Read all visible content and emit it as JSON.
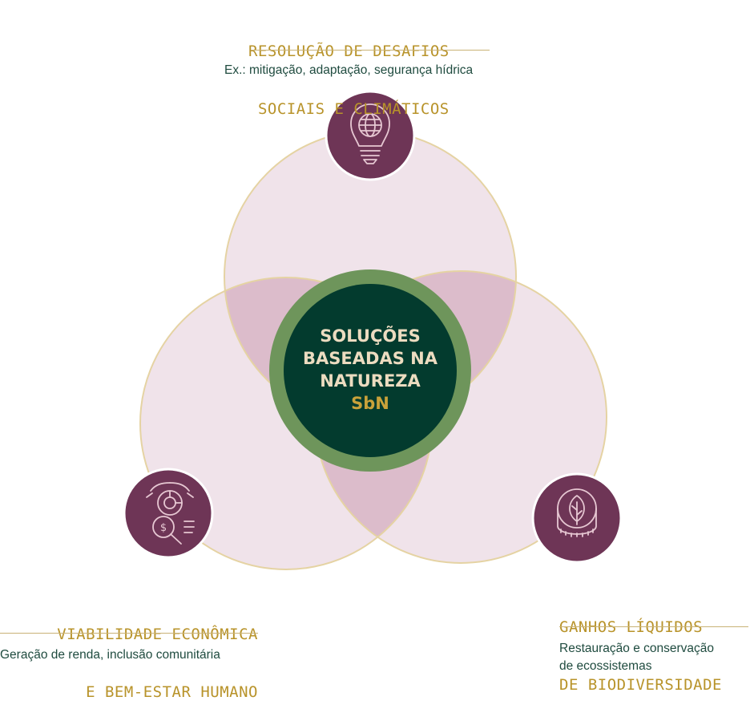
{
  "center": {
    "line1": "SOLUÇÕES",
    "line2": "BASEADAS NA",
    "line3": "NATUREZA",
    "abbr": "SbN"
  },
  "top": {
    "heading_line1": "RESOLUÇÃO DE DESAFIOS",
    "heading_line2": " SOCIAIS E CLIMÁTICOS",
    "description": "Ex.: mitigação, adaptação, segurança hídrica",
    "icon": "lightbulb-globe-icon"
  },
  "left": {
    "heading_line1": "VIABILIDADE ECONÔMICA",
    "heading_line2": "E BEM-ESTAR HUMANO",
    "description": "Geração de renda, inclusão comunitária",
    "icon": "money-search-chart-icon"
  },
  "right": {
    "heading_line1": "GANHOS LÍQUIDOS",
    "heading_line2": "DE BIODIVERSIDADE",
    "description_line1": "Restauração e conservação",
    "description_line2": "de ecossistemas",
    "icon": "leaf-coin-icon"
  },
  "colors": {
    "circle_fill": "#f0e3ea",
    "overlap_fill": "#dcbccb",
    "circle_stroke": "#e5d3a3",
    "icon_badge": "#6e3556",
    "center_ring": "#6e955b",
    "center_fill": "#033b2e",
    "heading": "#b8932a",
    "text": "#1f4b3f"
  }
}
